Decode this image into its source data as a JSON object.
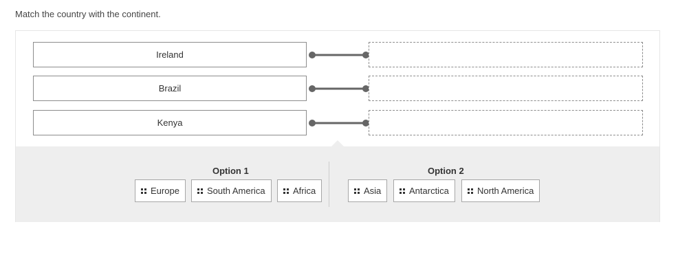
{
  "prompt": "Match the country with the continent.",
  "stems": [
    {
      "label": "Ireland"
    },
    {
      "label": "Brazil"
    },
    {
      "label": "Kenya"
    }
  ],
  "options": {
    "group1": {
      "title": "Option 1",
      "chips": [
        "Europe",
        "South America",
        "Africa"
      ]
    },
    "group2": {
      "title": "Option 2",
      "chips": [
        "Asia",
        "Antarctica",
        "North America"
      ]
    }
  },
  "colors": {
    "connector": "#666666",
    "tray": "#eeeeee",
    "border": "#8c8c8c"
  },
  "icons": {
    "chip_handle": "drag-handle-icon"
  }
}
